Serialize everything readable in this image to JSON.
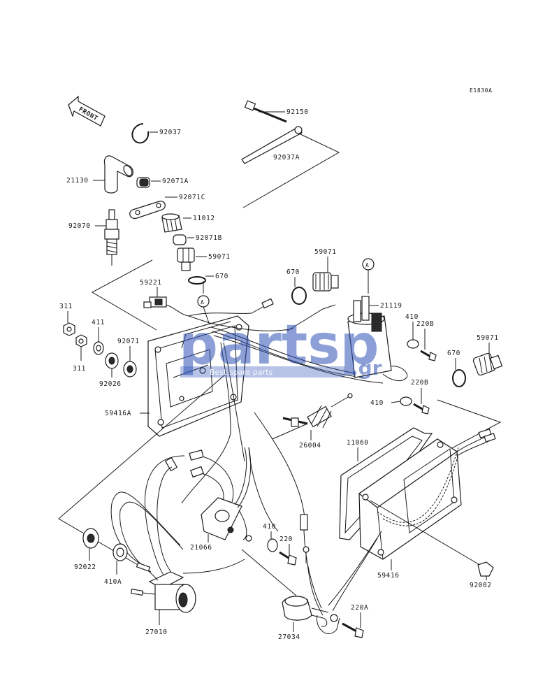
{
  "diagram_code": "E1830A",
  "front_arrow_label": "FRONT",
  "reference_marker": "A",
  "watermark": {
    "main": "partsp",
    "suffix": ".gr",
    "tagline": "Best spare parts",
    "color": "#2f54b8"
  },
  "parts": {
    "p92150": "92150",
    "p92037": "92037",
    "p92037A": "92037A",
    "p21130": "21130",
    "p92071A": "92071A",
    "p92071C": "92071C",
    "p11012": "11012",
    "p92070": "92070",
    "p92071B": "92071B",
    "p59071_top": "59071",
    "p59071_mid": "59071",
    "p59071_right": "59071",
    "p670_a": "670",
    "p670_b": "670",
    "p670_c": "670",
    "p59221": "59221",
    "p21119": "21119",
    "p311_a": "311",
    "p311_b": "311",
    "p411": "411",
    "p92071": "92071",
    "p92026": "92026",
    "p410_a": "410",
    "p410_b": "410",
    "p410_c": "410",
    "p410A": "410A",
    "p220B_a": "220B",
    "p220B_b": "220B",
    "p59416A": "59416A",
    "p26004": "26004",
    "p11060": "11060",
    "p92022": "92022",
    "p21066": "21066",
    "p220": "220",
    "p59416": "59416",
    "p92002": "92002",
    "p220A": "220A",
    "p27010": "27010",
    "p27034": "27034"
  }
}
